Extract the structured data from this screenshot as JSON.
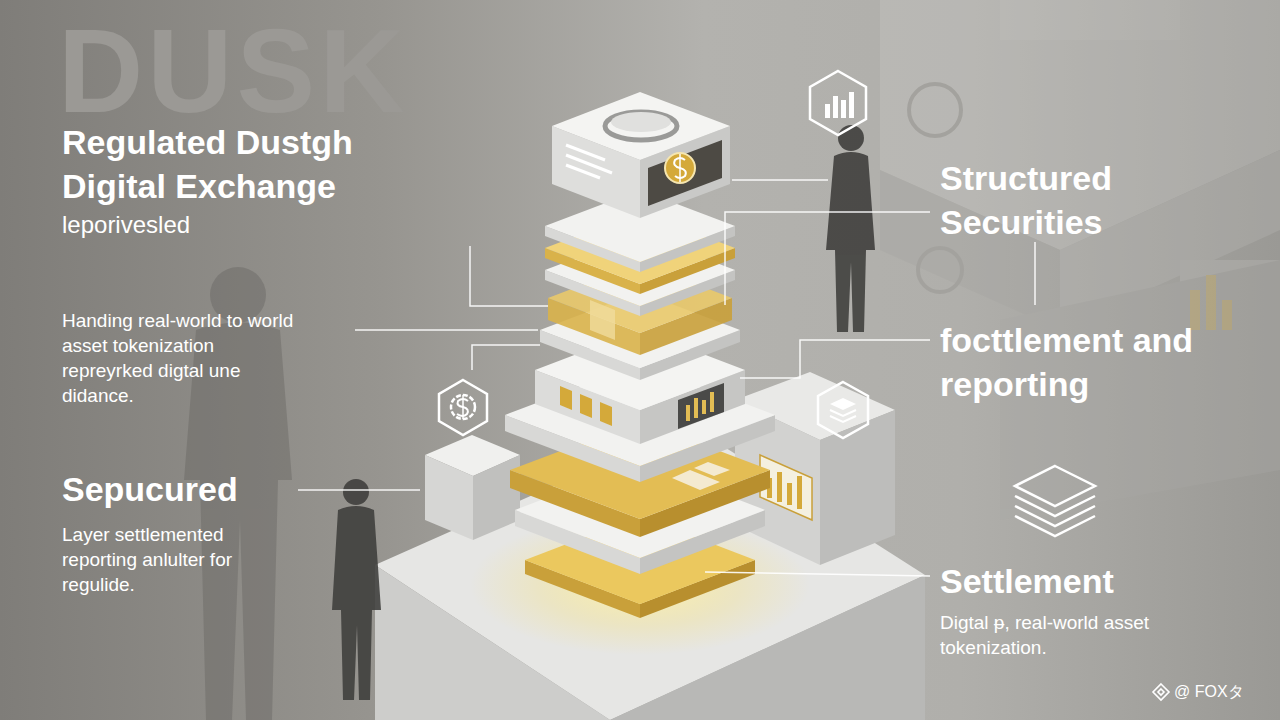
{
  "diagram": {
    "title": "Regulated Dustgh Digital Exchange",
    "labels": [
      "DUSK",
      "leporivesled",
      "Handing real-world to world asset tokenization repreyrked digtal une didance.",
      "Sepucured",
      "Layer settlemented reporting anlulter for regulide.",
      "Structured Securities",
      "focttlement and reporting",
      "Settlement",
      "Digtal ᵽ, real-world asset tokenization.",
      "@ FOXタ"
    ]
  }
}
